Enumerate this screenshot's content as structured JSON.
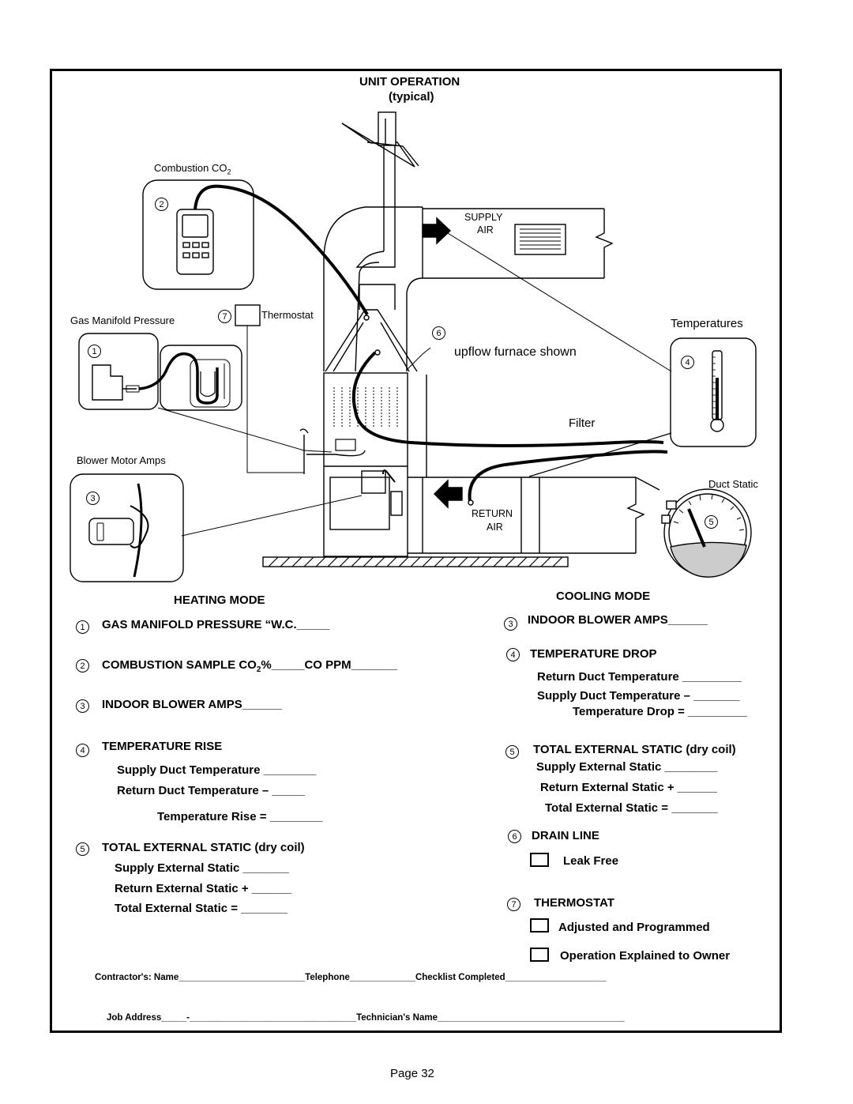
{
  "diagram": {
    "title": "UNIT OPERATION",
    "subtitle": "(typical)",
    "label_combustion": "Combustion CO",
    "label_combustion_sub": "2",
    "label_gas_manifold": "Gas Manifold Pressure",
    "label_thermostat": "Thermostat",
    "label_blower_amps": "Blower Motor Amps",
    "label_supply": "SUPPLY",
    "label_air": "AIR",
    "label_temperatures": "Temperatures",
    "label_upflow": "upflow furnace shown",
    "label_filter": "Filter",
    "label_duct_static": "Duct Static",
    "label_return": "RETURN",
    "label_return_air": "AIR",
    "callouts": [
      "1",
      "2",
      "3",
      "4",
      "5",
      "6",
      "7"
    ]
  },
  "heating": {
    "header": "HEATING MODE",
    "gas_manifold": "GAS MANIFOLD PRESSURE “W.C._____",
    "combustion_a": "COMBUSTION SAMPLE CO",
    "combustion_sub": "2",
    "combustion_b": "%_____CO PPM_______",
    "blower_amps": "INDOOR BLOWER AMPS______",
    "temp_rise": "TEMPERATURE RISE",
    "supply_temp": "Supply Duct Temperature ________",
    "return_temp": "Return Duct Temperature – _____",
    "temp_rise_result": "Temperature Rise  = ________",
    "static_header": "TOTAL EXTERNAL STATIC (dry coil)",
    "supply_static": "Supply External Static _______",
    "return_static": "Return External Static + ______",
    "total_static": "Total External Static = _______"
  },
  "cooling": {
    "header": "COOLING MODE",
    "blower_amps": "INDOOR BLOWER AMPS______",
    "temp_drop": "TEMPERATURE DROP",
    "return_temp": "Return Duct Temperature  _________",
    "supply_temp": "Supply Duct Temperature – _______",
    "temp_drop_result": "Temperature Drop  = _________",
    "static_header": "TOTAL EXTERNAL STATIC (dry coil)",
    "supply_static": "Supply External Static ________",
    "return_static": "Return External Static + ______",
    "total_static": "Total External Static = _______",
    "drain_header": "DRAIN LINE",
    "leak_free": "Leak Free",
    "thermostat_header": "THERMOSTAT",
    "adjusted": "Adjusted and Programmed",
    "explained": "Operation Explained to Owner"
  },
  "footer": {
    "contractor_line": "Contractor's: Name_________________________Telephone_____________Checklist Completed____________________",
    "job_line": "Job Address_____-_________________________________Technician's Name_____________________________________",
    "page": "Page 32"
  }
}
